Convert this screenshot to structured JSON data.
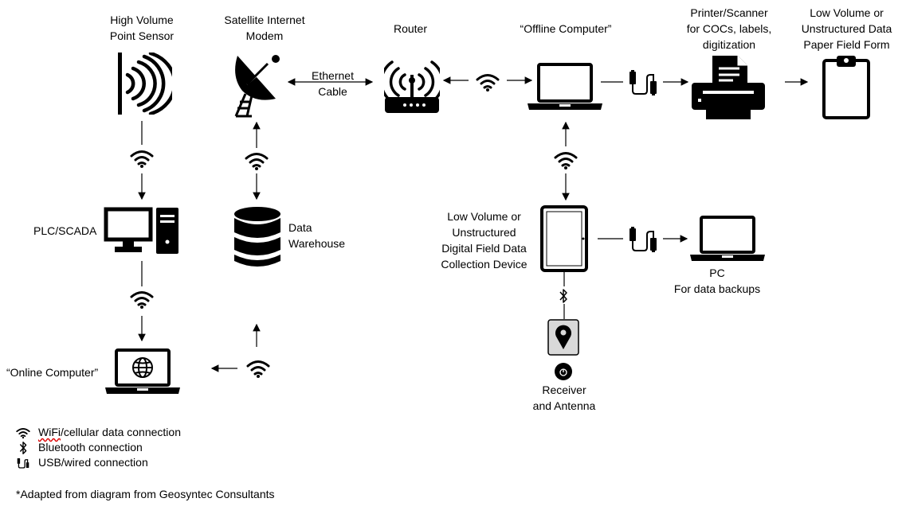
{
  "nodes": {
    "sensor": "High Volume\nPoint Sensor",
    "modem": "Satellite Internet\nModem",
    "router": "Router",
    "offline": "“Offline Computer”",
    "printer": "Printer/Scanner\nfor COCs, labels,\ndigitization",
    "paper": "Low Volume or\nUnstructured Data\nPaper Field Form",
    "plc": "PLC/SCADA",
    "warehouse": "Data\nWarehouse",
    "device": "Low Volume or\nUnstructured\nDigital Field Data\nCollection Device",
    "pc": "PC\nFor data backups",
    "online": "“Online Computer”",
    "receiver": "Receiver\nand Antenna",
    "ethernet": "Ethernet\nCable"
  },
  "legend": {
    "wifi_word": "WiFi",
    "wifi_rest": "/cellular data connection",
    "bluetooth": "Bluetooth connection",
    "usb": "USB/wired connection"
  },
  "footnote": "*Adapted from diagram from Geosyntec Consultants",
  "icons": [
    "sound-wave-icon",
    "satellite-dish-icon",
    "router-icon",
    "laptop-icon",
    "printer-icon",
    "clipboard-icon",
    "desktop-computer-icon",
    "database-icon",
    "tablet-icon",
    "location-pin-icon",
    "antenna-icon",
    "laptop-globe-icon",
    "wifi-icon",
    "bluetooth-icon",
    "usb-cable-icon"
  ]
}
